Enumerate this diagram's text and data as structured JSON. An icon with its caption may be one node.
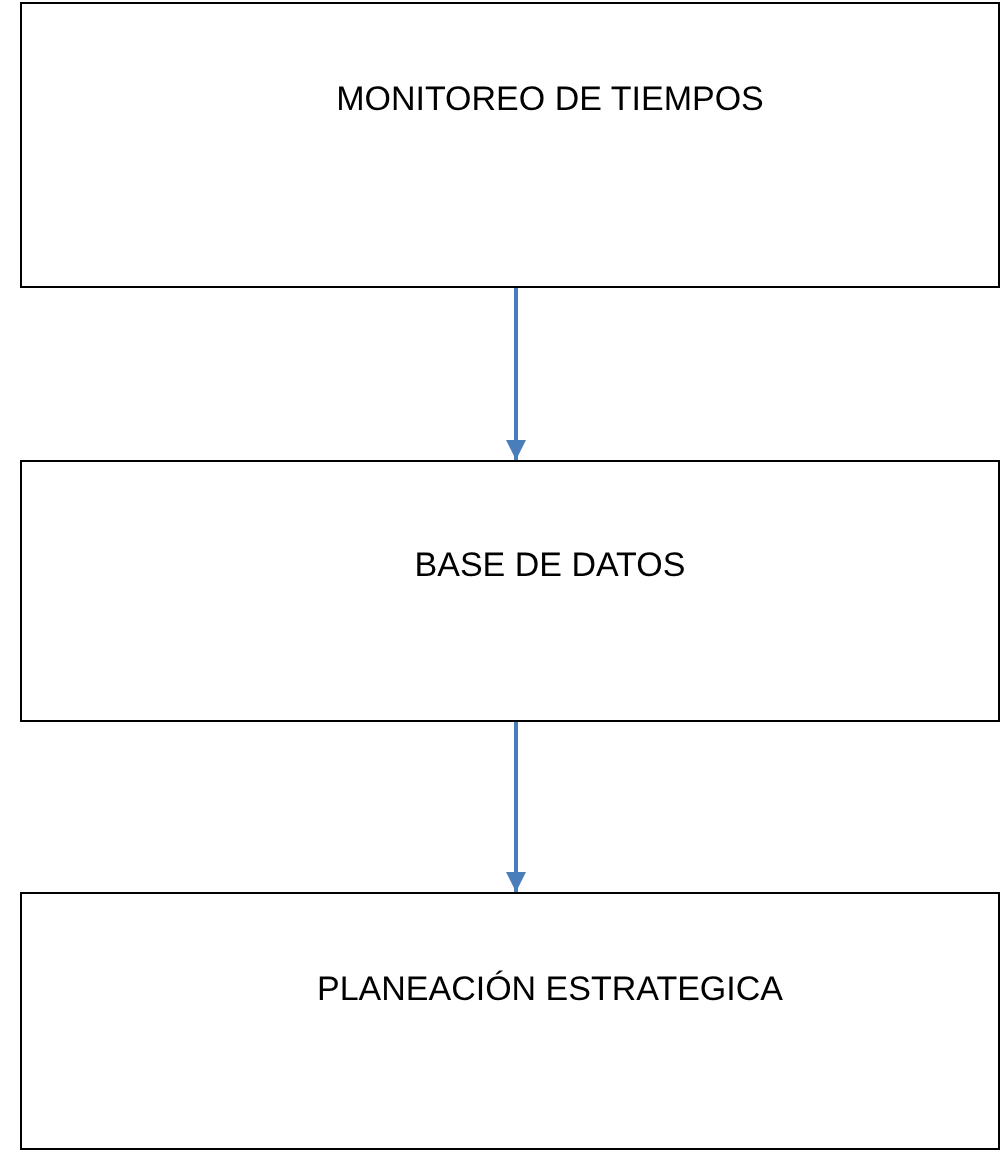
{
  "diagram": {
    "nodes": [
      {
        "text": [
          "MONITOREO DE TIEMPOS"
        ]
      },
      {
        "text": [
          "BASE DE DATOS"
        ]
      },
      {
        "text": [
          "PLANEACIÓN ESTRATEGICA"
        ]
      }
    ],
    "edges": [
      {
        "from": 0,
        "to": 1,
        "arrow": "to"
      },
      {
        "from": 1,
        "to": 2,
        "arrow": "to"
      }
    ]
  }
}
